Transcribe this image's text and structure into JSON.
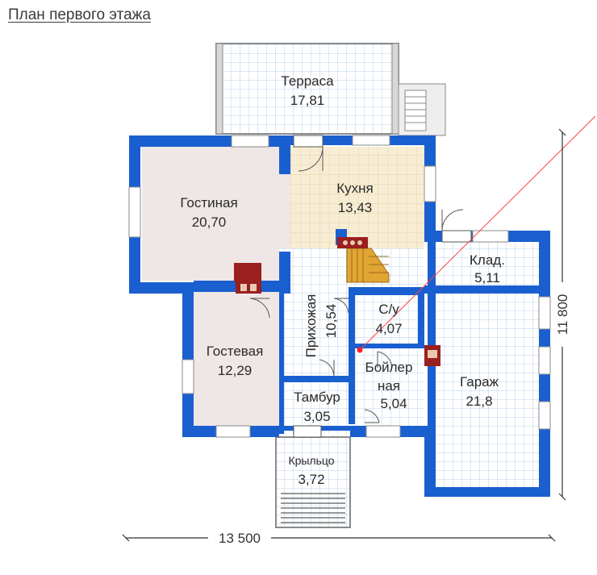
{
  "title": "План первого этажа",
  "rooms": {
    "terrace": {
      "name": "Терраса",
      "area": "17,81"
    },
    "kitchen": {
      "name": "Кухня",
      "area": "13,43"
    },
    "living": {
      "name": "Гостиная",
      "area": "20,70"
    },
    "storage": {
      "name": "Клад.",
      "area": "5,11"
    },
    "guest": {
      "name": "Гостевая",
      "area": "12,29"
    },
    "hall": {
      "name": "Прихожая",
      "area": "10,54"
    },
    "bath": {
      "name": "С/у",
      "area": "4,07"
    },
    "boiler": {
      "name1": "Бойлер",
      "name2": "ная",
      "area": "5,04"
    },
    "garage": {
      "name": "Гараж",
      "area": "21,8"
    },
    "vestibule": {
      "name": "Тамбур",
      "area": "3,05"
    },
    "porch": {
      "name": "Крыльцо",
      "area": "3,72"
    }
  },
  "dimensions": {
    "width": "13 500",
    "height": "11 800"
  },
  "colors": {
    "wall": "#1a5fd0",
    "living_fill": "#efe6e6",
    "kitchen_fill": "#f7edd4",
    "grid": "#b9d0e8",
    "stairs": "#e1a533",
    "stove": "#9a1f1f",
    "dim_line": "#333333",
    "red_line": "#ff4040"
  }
}
